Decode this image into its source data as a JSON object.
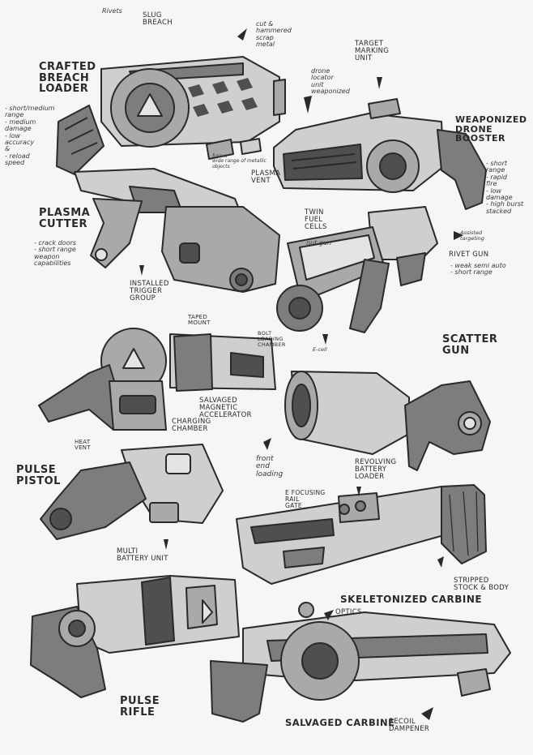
{
  "crafted_breach_loader": {
    "title": "CRAFTED\nBREACH\nLOADER",
    "notes": "- short/medium\n  range\n- medium\n  damage\n- low\n  accuracy\n  &\n- reload\n  speed",
    "callouts": {
      "rivets": "Rivets",
      "slug_breach": "SLUG\nBREACH",
      "cut_metal": "cut &\nhammered\nscrap\nmetal",
      "fuse": "fuse-a\nwide range of metallic\nobjects"
    }
  },
  "weaponized_drone_booster": {
    "title": "WEAPONIZED\nDRONE\nBOOSTER",
    "notes": "- short\n  range\n- rapid\n  fire\n- low\n  damage\n- high burst\n  stacked",
    "callouts": {
      "target_marking": "TARGET\nMARKING\nUNIT",
      "drone_locator": "drone\nlocator\nunit\nweaponized"
    }
  },
  "plasma_cutter": {
    "title": "PLASMA\nCUTTER",
    "notes": "- crack doors\n- short range\n  weapon\n  capabilities",
    "callouts": {
      "plasma_vent": "PLASMA\nVENT",
      "installed_trigger": "INSTALLED\nTRIGGER\nGROUP"
    }
  },
  "rivet_gun": {
    "title": "RIVET GUN",
    "notes": "- weak semi auto\n- short range",
    "callouts": {
      "twin_fuel": "TWIN\nFUEL\nCELLS",
      "nut_gun": "nut gun",
      "assisted": "Assisted\ntargeting",
      "e_cell": "E-cell"
    }
  },
  "pulse_pistol": {
    "title": "PULSE\nPISTOL",
    "callouts": {
      "taped_mount": "TAPED\nMOUNT",
      "bolt_loading": "BOLT\nLOADING\nCHAMBER",
      "salvaged_magnetic": "SALVAGED\nMAGNETIC\nACCELERATOR",
      "heat_vent": "HEAT\nVENT",
      "charging_chamber": "CHARGING\nCHAMBER",
      "multi_battery": "MULTI\nBATTERY UNIT"
    }
  },
  "scatter_gun": {
    "title": "SCATTER\nGUN",
    "callouts": {
      "front_end": "front\nend\nloading"
    }
  },
  "skeletonized_carbine": {
    "title": "SKELETONIZED CARBINE",
    "callouts": {
      "revolving_battery": "REVOLVING\nBATTERY\nLOADER",
      "focusing_rail": "E FOCUSING\nRAIL\nGATE",
      "stripped_stock": "STRIPPED\nSTOCK & BODY"
    }
  },
  "pulse_rifle": {
    "title": "PULSE\nRIFLE"
  },
  "salvaged_carbine": {
    "title": "SALVAGED CARBINE",
    "callouts": {
      "optics": "OPTICS",
      "recoil_dampener": "RECOIL\nDAMPENER"
    }
  },
  "palette": {
    "ink": "#2a2a2a",
    "mid": "#8c8c8c",
    "light": "#cfcfcf",
    "dark": "#4a4a4a",
    "paper": "#f6f6f5"
  }
}
